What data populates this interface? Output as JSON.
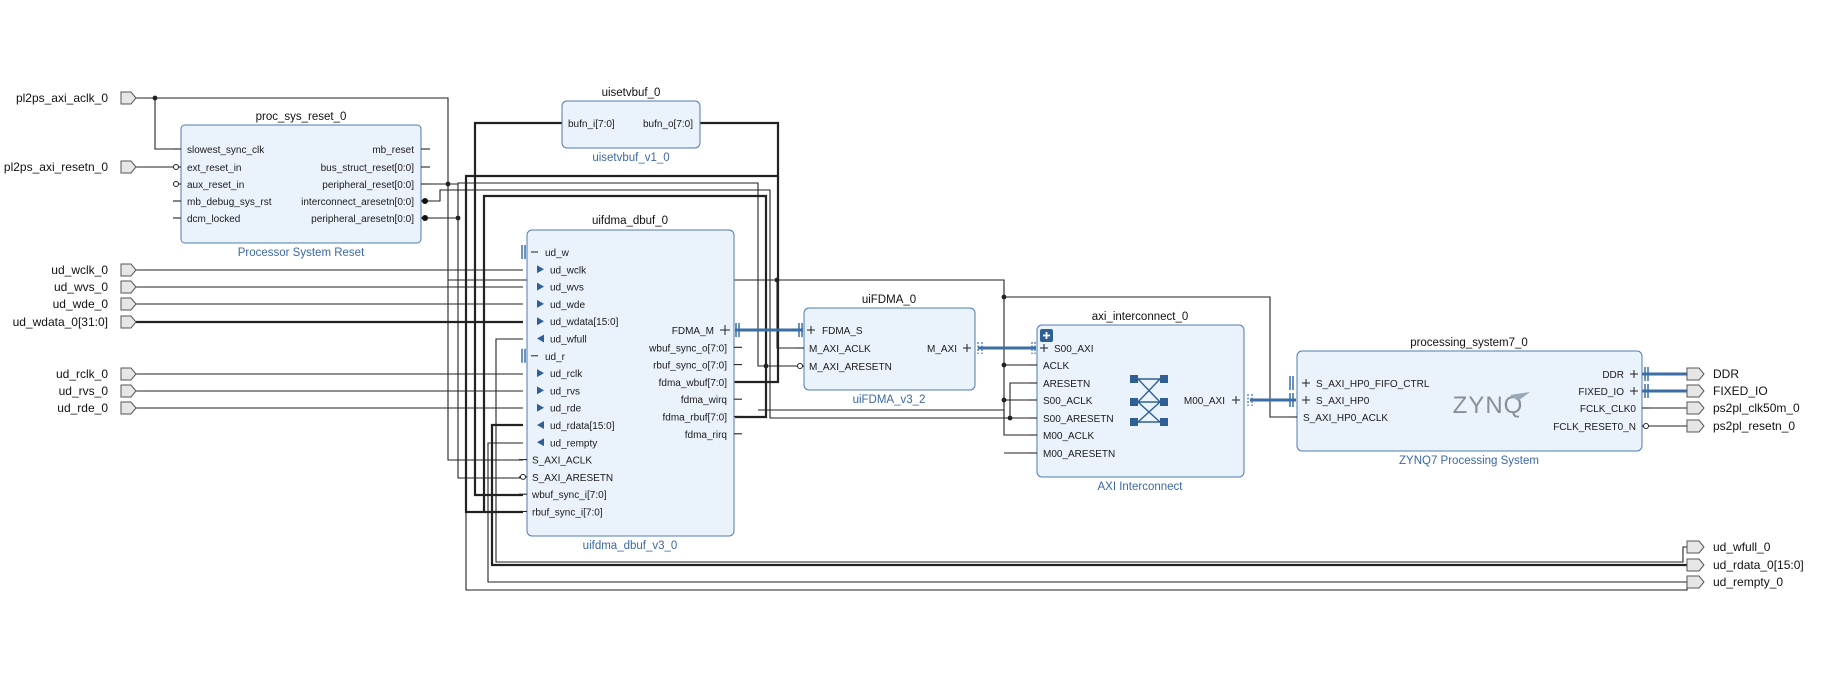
{
  "diagram": {
    "external_inputs": [
      {
        "id": "pl2ps_axi_aclk_0",
        "label": "pl2ps_axi_aclk_0",
        "bus": false
      },
      {
        "id": "pl2ps_axi_resetn_0",
        "label": "pl2ps_axi_resetn_0",
        "bus": false
      },
      {
        "id": "ud_wclk_0",
        "label": "ud_wclk_0",
        "bus": false
      },
      {
        "id": "ud_wvs_0",
        "label": "ud_wvs_0",
        "bus": false
      },
      {
        "id": "ud_wde_0",
        "label": "ud_wde_0",
        "bus": false
      },
      {
        "id": "ud_wdata_0",
        "label": "ud_wdata_0[31:0]",
        "bus": true
      },
      {
        "id": "ud_rclk_0",
        "label": "ud_rclk_0",
        "bus": false
      },
      {
        "id": "ud_rvs_0",
        "label": "ud_rvs_0",
        "bus": false
      },
      {
        "id": "ud_rde_0",
        "label": "ud_rde_0",
        "bus": false
      }
    ],
    "external_outputs": [
      {
        "id": "DDR",
        "label": "DDR",
        "bus": true
      },
      {
        "id": "FIXED_IO",
        "label": "FIXED_IO",
        "bus": true
      },
      {
        "id": "ps2pl_clk50m_0",
        "label": "ps2pl_clk50m_0",
        "bus": false
      },
      {
        "id": "ps2pl_resetn_0",
        "label": "ps2pl_resetn_0",
        "bus": false
      },
      {
        "id": "ud_wfull_0",
        "label": "ud_wfull_0",
        "bus": false
      },
      {
        "id": "ud_rdata_0",
        "label": "ud_rdata_0[15:0]",
        "bus": true
      },
      {
        "id": "ud_rempty_0",
        "label": "ud_rempty_0",
        "bus": false
      }
    ],
    "blocks": {
      "proc_sys_reset": {
        "instance": "proc_sys_reset_0",
        "ip": "Processor System Reset",
        "left_pins": [
          "slowest_sync_clk",
          "ext_reset_in",
          "aux_reset_in",
          "mb_debug_sys_rst",
          "dcm_locked"
        ],
        "right_pins": [
          "mb_reset",
          "bus_struct_reset[0:0]",
          "peripheral_reset[0:0]",
          "interconnect_aresetn[0:0]",
          "peripheral_aresetn[0:0]"
        ]
      },
      "uisetvbuf": {
        "instance": "uisetvbuf_0",
        "ip": "uisetvbuf_v1_0",
        "left_pins": [
          "bufn_i[7:0]"
        ],
        "right_pins": [
          "bufn_o[7:0]"
        ]
      },
      "uifdma_dbuf": {
        "instance": "uifdma_dbuf_0",
        "ip": "uifdma_dbuf_v3_0",
        "left_pins": [
          "ud_w",
          "ud_wclk",
          "ud_wvs",
          "ud_wde",
          "ud_wdata[15:0]",
          "ud_wfull",
          "ud_r",
          "ud_rclk",
          "ud_rvs",
          "ud_rde",
          "ud_rdata[15:0]",
          "ud_rempty",
          "S_AXI_ACLK",
          "S_AXI_ARESETN",
          "wbuf_sync_i[7:0]",
          "rbuf_sync_i[7:0]"
        ],
        "right_pins": [
          "FDMA_M",
          "wbuf_sync_o[7:0]",
          "rbuf_sync_o[7:0]",
          "fdma_wbuf[7:0]",
          "fdma_wirq",
          "fdma_rbuf[7:0]",
          "fdma_rirq"
        ]
      },
      "uifdma": {
        "instance": "uiFDMA_0",
        "ip": "uiFDMA_v3_2",
        "left_pins": [
          "FDMA_S",
          "M_AXI_ACLK",
          "M_AXI_ARESETN"
        ],
        "right_pins": [
          "M_AXI"
        ]
      },
      "axi_interconnect": {
        "instance": "axi_interconnect_0",
        "ip": "AXI Interconnect",
        "left_pins": [
          "S00_AXI",
          "ACLK",
          "ARESETN",
          "S00_ACLK",
          "S00_ARESETN",
          "M00_ACLK",
          "M00_ARESETN"
        ],
        "right_pins": [
          "M00_AXI"
        ]
      },
      "processing_system7": {
        "instance": "processing_system7_0",
        "ip": "ZYNQ7 Processing System",
        "logo": "ZYNQ",
        "left_pins": [
          "S_AXI_HP0_FIFO_CTRL",
          "S_AXI_HP0",
          "S_AXI_HP0_ACLK"
        ],
        "right_pins": [
          "DDR",
          "FIXED_IO",
          "FCLK_CLK0",
          "FCLK_RESET0_N"
        ]
      }
    }
  }
}
